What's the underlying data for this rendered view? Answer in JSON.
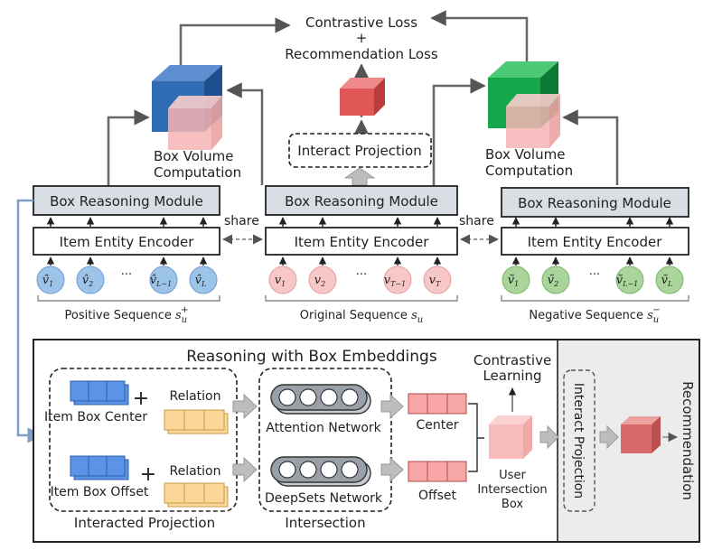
{
  "top": {
    "loss_line1": "Contrastive Loss",
    "loss_plus": "+",
    "loss_line2": "Recommendation Loss",
    "interact_projection": "Interact Projection",
    "box_volume_left": [
      "Box Volume",
      "Computation"
    ],
    "box_volume_right": [
      "Box Volume",
      "Computation"
    ],
    "box_reasoning_module": "Box Reasoning Module",
    "item_entity_encoder": "Item Entity Encoder",
    "share": "share",
    "ellipsis": "···"
  },
  "sequences": [
    {
      "label": "Positive Sequence",
      "symbol": "s",
      "sub": "u",
      "sup": "+",
      "nodes": [
        "v̂",
        "v̂",
        "v̂",
        "v̂"
      ],
      "subs": [
        "1",
        "2",
        "L−1",
        "L"
      ],
      "color": "#9cc3e8"
    },
    {
      "label": "Original Sequence",
      "symbol": "s",
      "sub": "u",
      "sup": "",
      "nodes": [
        "v",
        "v",
        "v",
        "v"
      ],
      "subs": [
        "1",
        "2",
        "T−1",
        "T"
      ],
      "color": "#f7c6c6"
    },
    {
      "label": "Negative Sequence",
      "symbol": "s",
      "sub": "u",
      "sup": "−",
      "nodes": [
        "ṽ",
        "ṽ",
        "ṽ",
        "ṽ"
      ],
      "subs": [
        "1",
        "2",
        "L−1",
        "L"
      ],
      "color": "#a9d49a"
    }
  ],
  "bottom": {
    "title": "Reasoning with Box Embeddings",
    "item_box_center": "Item Box Center",
    "item_box_offset": "Item Box Offset",
    "relation": "Relation",
    "plus": "+",
    "attention_network": "Attention Network",
    "deepsets_network": "DeepSets Network",
    "center": "Center",
    "offset": "Offset",
    "contrastive_learning": [
      "Contrastive",
      "Learning"
    ],
    "user_intersection_box": [
      "User",
      "Intersection",
      "Box"
    ],
    "interacted_projection": "Interacted Projection",
    "intersection": "Intersection",
    "interact_projection_vertical": "Interact Projection",
    "recommendation_vertical": "Recommendation"
  },
  "colors": {
    "box_fill": "#d9dde4",
    "blue_cube": "#2e6db4",
    "green_cube": "#15a84a",
    "red_cube": "#e05555",
    "pink_cube": "#f6b4b4",
    "item_blue": "#5b93e6",
    "relation_orange": "#fbd89a",
    "offset_red": "#f7a7a7",
    "panel_gray": "#ececec"
  }
}
